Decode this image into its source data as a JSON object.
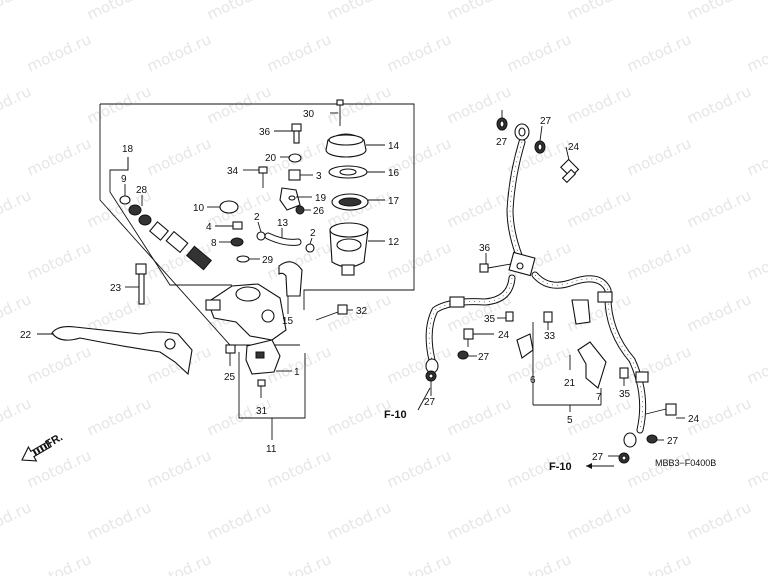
{
  "watermark": "motod.ru",
  "diagram_code": "MBB3−F0400B",
  "direction_label": "FR.",
  "reference_labels": {
    "f10_left": "F-10",
    "f10_bottom": "F-10"
  },
  "callouts": {
    "c30": "30",
    "c36a": "36",
    "c14": "14",
    "c20": "20",
    "c3": "3",
    "c16": "16",
    "c34": "34",
    "c19": "19",
    "c17": "17",
    "c26": "26",
    "c10": "10",
    "c2a": "2",
    "c13": "13",
    "c4": "4",
    "c2b": "2",
    "c12": "12",
    "c8": "8",
    "c29": "29",
    "c18": "18",
    "c9": "9",
    "c28": "28",
    "c23": "23",
    "c22": "22",
    "c15": "15",
    "c32": "32",
    "c25": "25",
    "c1": "1",
    "c31": "31",
    "c11": "11",
    "c27a": "27",
    "c27b": "27",
    "c24a": "24",
    "c36b": "36",
    "c35a": "35",
    "c24b": "24",
    "c33": "33",
    "c27c": "27",
    "c6": "6",
    "c21": "21",
    "c7": "7",
    "c5": "5",
    "c27d": "27",
    "c35b": "35",
    "c24c": "24",
    "c27e": "27",
    "c27f": "27"
  }
}
